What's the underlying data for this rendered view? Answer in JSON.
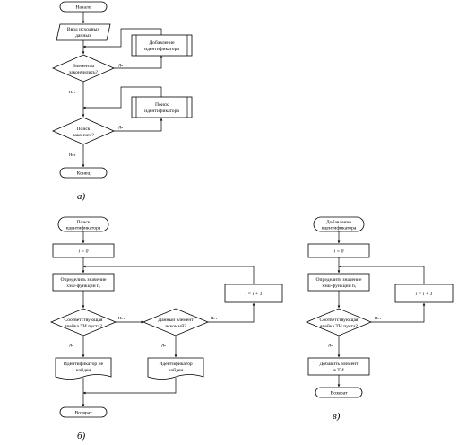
{
  "flowchart_a": {
    "caption": "а)",
    "start": "Начало",
    "input": [
      "Ввод исходных",
      "данных"
    ],
    "add_ident": [
      "Добавление",
      "идентификатора"
    ],
    "elements_done": [
      "Элементы",
      "закончились?"
    ],
    "yes1": "Да",
    "no1": "Нет",
    "search_ident": [
      "Поиск",
      "идентификатора"
    ],
    "search_done": [
      "Поиск",
      "закончен?"
    ],
    "yes2": "Да",
    "no2": "Нет",
    "end": "Конец"
  },
  "flowchart_b": {
    "caption": "б)",
    "start": [
      "Поиск",
      "идентификатора"
    ],
    "init": "i = 0",
    "hash": [
      "Определить значение",
      "хэш-функции hᵢ"
    ],
    "cell_empty": [
      "Соответствующая",
      "ячейка ТИ пуста?"
    ],
    "yes1": "Да",
    "no1": "Нет",
    "elem_wanted": [
      "Данный элемент",
      "искомый?"
    ],
    "yes2": "Да",
    "no2": "Нет",
    "increment": "i = i + 1",
    "not_found": [
      "Идентификатор не",
      "найден"
    ],
    "found": [
      "Идентификатор",
      "найден"
    ],
    "return": "Возврат"
  },
  "flowchart_c": {
    "caption": "в)",
    "start": [
      "Добавление",
      "идентификатора"
    ],
    "init": "i = 0",
    "hash": [
      "Определить значение",
      "хэш-функции hᵢ"
    ],
    "cell_empty": [
      "Соответствующая",
      "ячейка ТИ пуста?"
    ],
    "yes1": "Да",
    "no1": "Нет",
    "increment": "i = i + 1",
    "add_elem": [
      "Добавить элемент",
      "в ТИ"
    ],
    "return": "Возврат"
  }
}
